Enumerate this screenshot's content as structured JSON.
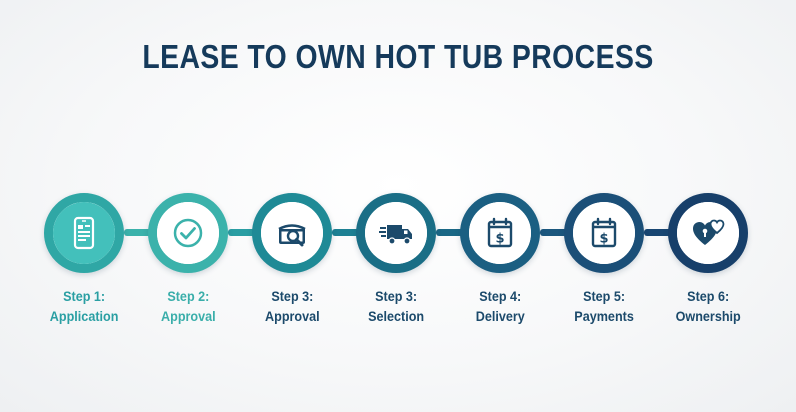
{
  "title": "LEASE TO OWN HOT TUB PROCESS",
  "steps": [
    {
      "step": "Step 1:",
      "name": "Application",
      "icon": "phone-form-icon",
      "ring": "#2fa7a5",
      "fill": "#43c0bb",
      "text": "#2a9fa3"
    },
    {
      "step": "Step 2:",
      "name": "Approval",
      "icon": "checkmark-icon",
      "ring": "#3bb2ab",
      "fill": "#ffffff",
      "text": "#3aaeaa"
    },
    {
      "step": "Step 3:",
      "name": "Approval",
      "icon": "hot-tub-search-icon",
      "ring": "#1f8a96",
      "fill": "#ffffff",
      "text": "#1c4a6b"
    },
    {
      "step": "Step 3:",
      "name": "Selection",
      "icon": "delivery-truck-icon",
      "ring": "#1a6e86",
      "fill": "#ffffff",
      "text": "#1c4a6b"
    },
    {
      "step": "Step 4:",
      "name": "Delivery",
      "icon": "calendar-dollar-icon",
      "ring": "#1b5f82",
      "fill": "#ffffff",
      "text": "#1c4a6b"
    },
    {
      "step": "Step 5:",
      "name": "Payments",
      "icon": "calendar-dollar-icon",
      "ring": "#1b4f78",
      "fill": "#ffffff",
      "text": "#1c4a6b"
    },
    {
      "step": "Step 6:",
      "name": "Ownership",
      "icon": "heart-lock-icon",
      "ring": "#173f6a",
      "fill": "#ffffff",
      "text": "#1c4a6b"
    }
  ]
}
